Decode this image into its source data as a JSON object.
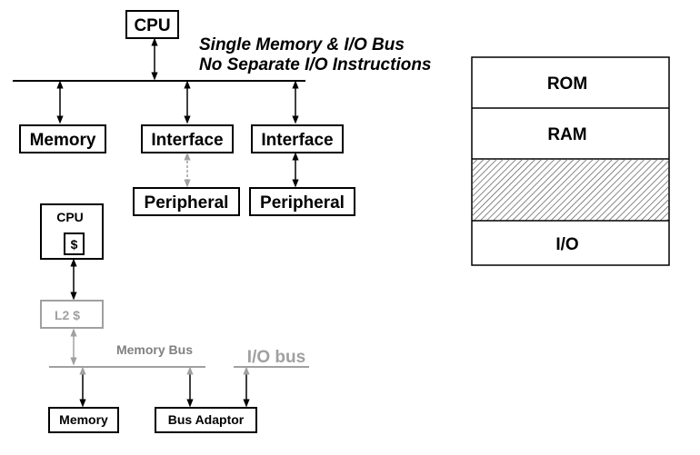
{
  "top_diagram": {
    "cpu": "CPU",
    "caption_line1": "Single Memory & I/O Bus",
    "caption_line2": "No Separate I/O Instructions",
    "memory": "Memory",
    "interface_left": "Interface",
    "interface_right": "Interface",
    "peripheral_left": "Peripheral",
    "peripheral_right": "Peripheral"
  },
  "memory_map": {
    "rom": "ROM",
    "ram": "RAM",
    "io": "I/O"
  },
  "bottom_diagram": {
    "cpu": "CPU",
    "cache": "$",
    "l2_cache": "L2 $",
    "memory_bus": "Memory Bus",
    "io_bus": "I/O bus",
    "memory": "Memory",
    "bus_adaptor": "Bus Adaptor"
  },
  "colors": {
    "line": "#000000",
    "faded": "#a0a0a0",
    "hatch": "#555555"
  }
}
